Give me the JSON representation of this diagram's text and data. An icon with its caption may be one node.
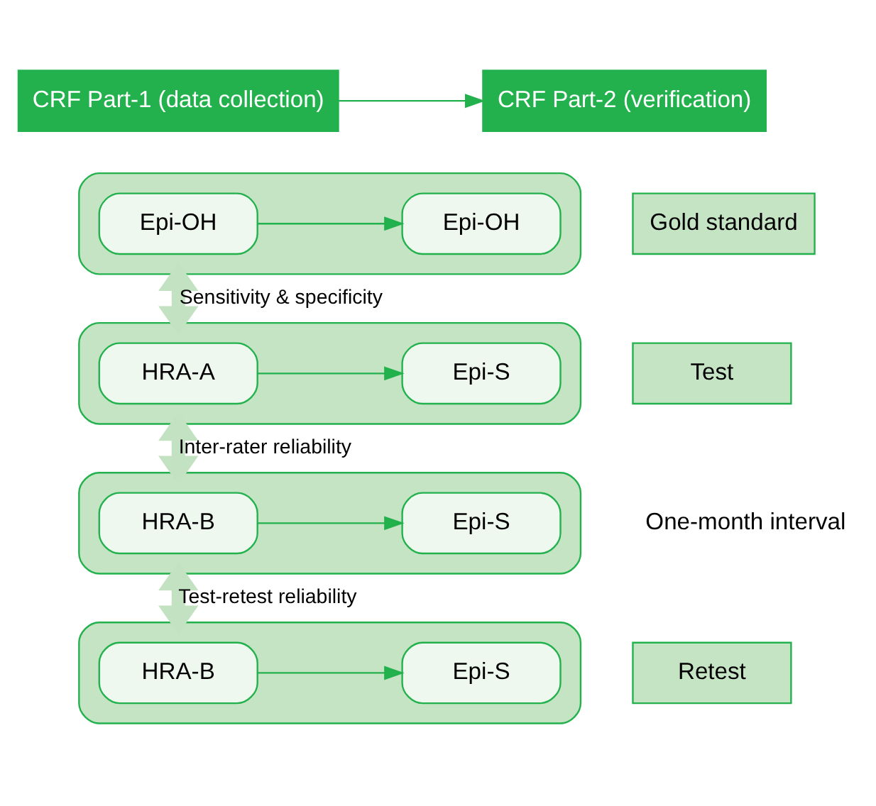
{
  "diagram": {
    "nodes": [
      {
        "text": [
          "CRF Part-1 (data collection)"
        ]
      },
      {
        "text": [
          "CRF Part-2 (verification)"
        ]
      },
      {
        "text": [
          "Gold standard"
        ]
      },
      {
        "text": [],
        "shape": "box"
      },
      {
        "text": [
          "Epi-OH"
        ],
        "in": 3
      },
      {
        "text": [
          "Epi-OH"
        ],
        "in": 3
      },
      {
        "text": [],
        "shape": "box"
      },
      {
        "text": [
          "HRA-A"
        ],
        "in": 6
      },
      {
        "text": [
          "Epi-S"
        ],
        "in": 6
      },
      {
        "text": [
          "Test"
        ]
      },
      {
        "text": [],
        "shape": "box"
      },
      {
        "text": [
          "HRA-B"
        ],
        "in": 10
      },
      {
        "text": [
          "Epi-S"
        ],
        "in": 10
      },
      {
        "text": [],
        "shape": "box"
      },
      {
        "text": [
          "HRA-B"
        ],
        "in": 13
      },
      {
        "text": [
          "Epi-S"
        ],
        "in": 13
      },
      {
        "text": [
          "Retest"
        ]
      }
    ],
    "edges": [
      {
        "from": 0,
        "to": 1,
        "arrow": "to"
      },
      {
        "from": 4,
        "to": 5,
        "arrow": "to"
      },
      {
        "from": 7,
        "to": 8,
        "arrow": "to"
      },
      {
        "from": 11,
        "to": 12,
        "arrow": "to"
      },
      {
        "from": 14,
        "to": 15,
        "arrow": "to"
      },
      {
        "from": 3,
        "to": 6,
        "arrow": "both",
        "label": "Sensitivity & specificity",
        "style": "thick",
        "color": "#c3e2c1"
      },
      {
        "from": 6,
        "to": 10,
        "arrow": "both",
        "label": "Inter-rater reliability",
        "style": "thick",
        "color": "#c3e2c1"
      },
      {
        "from": 10,
        "to": 13,
        "arrow": "both",
        "label": "Test-retest reliability",
        "style": "thick",
        "color": "#c3e2c1"
      }
    ],
    "labels": [
      "One-month interval"
    ]
  }
}
